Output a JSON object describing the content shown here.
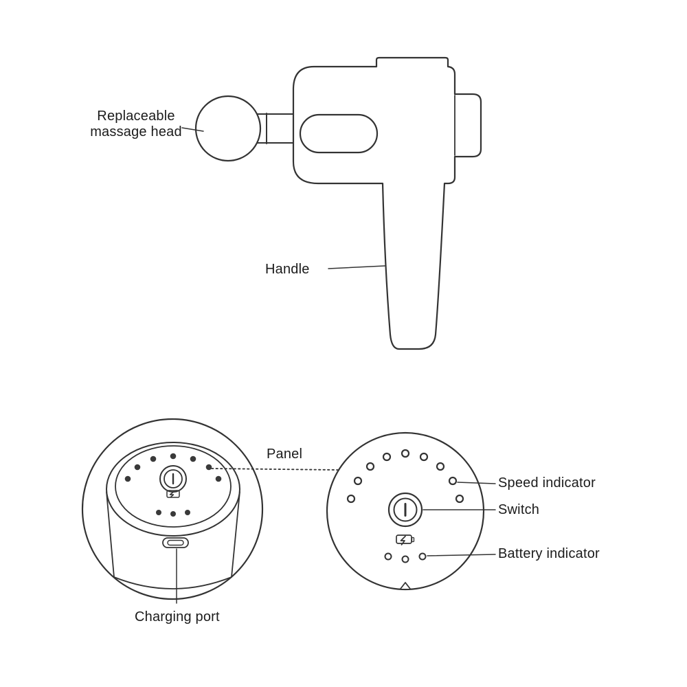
{
  "page": {
    "background": "#ffffff",
    "line_color": "#333333",
    "text_color": "#1b1b1b"
  },
  "labels": {
    "massage_head_line1": "Replaceable",
    "massage_head_line2": "massage head",
    "handle": "Handle",
    "panel": "Panel",
    "speed_indicator": "Speed indicator",
    "switch": "Switch",
    "battery_indicator": "Battery indicator",
    "charging_port": "Charging port"
  }
}
